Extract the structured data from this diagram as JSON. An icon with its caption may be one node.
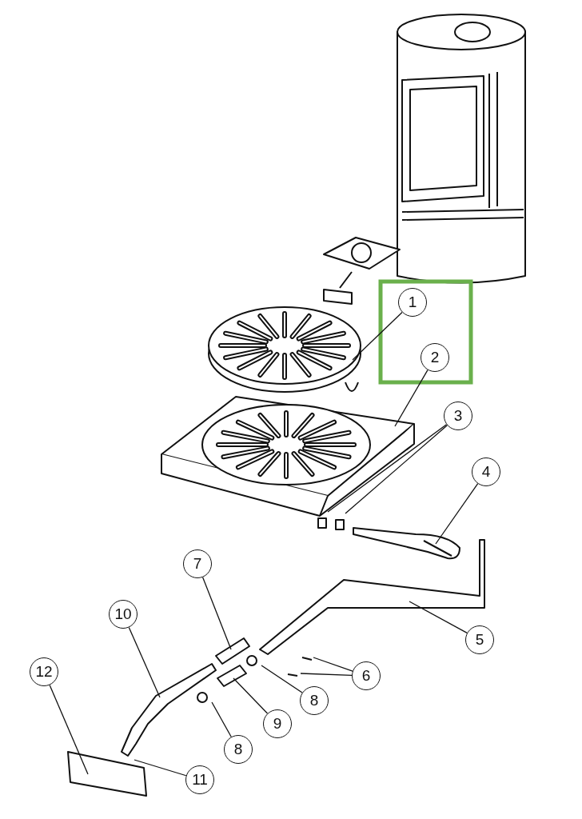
{
  "diagram": {
    "nodes": [
      {
        "text": [
          "1"
        ]
      },
      {
        "text": [
          "2"
        ]
      },
      {
        "text": [
          "3"
        ]
      },
      {
        "text": [
          "4"
        ]
      },
      {
        "text": [
          "7"
        ]
      },
      {
        "text": [
          "10"
        ]
      },
      {
        "text": [
          "5"
        ]
      },
      {
        "text": [
          "12"
        ]
      },
      {
        "text": [
          "6"
        ]
      },
      {
        "text": [
          "8"
        ]
      },
      {
        "text": [
          "9"
        ]
      },
      {
        "text": [
          "8"
        ]
      },
      {
        "text": [
          "11"
        ]
      }
    ],
    "edges": [
      {
        "from": 0,
        "to": null,
        "arrow": "none"
      },
      {
        "from": 1,
        "to": null,
        "arrow": "none"
      },
      {
        "from": 2,
        "to": null,
        "arrow": "none"
      },
      {
        "from": 2,
        "to": null,
        "arrow": "none"
      },
      {
        "from": 3,
        "to": null,
        "arrow": "none"
      },
      {
        "from": 4,
        "to": null,
        "arrow": "none"
      },
      {
        "from": 5,
        "to": null,
        "arrow": "none"
      },
      {
        "from": 6,
        "to": null,
        "arrow": "none"
      },
      {
        "from": 7,
        "to": null,
        "arrow": "none"
      },
      {
        "from": 8,
        "to": null,
        "arrow": "none"
      },
      {
        "from": 8,
        "to": null,
        "arrow": "none"
      },
      {
        "from": 9,
        "to": null,
        "arrow": "none"
      },
      {
        "from": 10,
        "to": null,
        "arrow": "none"
      },
      {
        "from": 11,
        "to": null,
        "arrow": "none"
      },
      {
        "from": 12,
        "to": null,
        "arrow": "none"
      }
    ]
  }
}
